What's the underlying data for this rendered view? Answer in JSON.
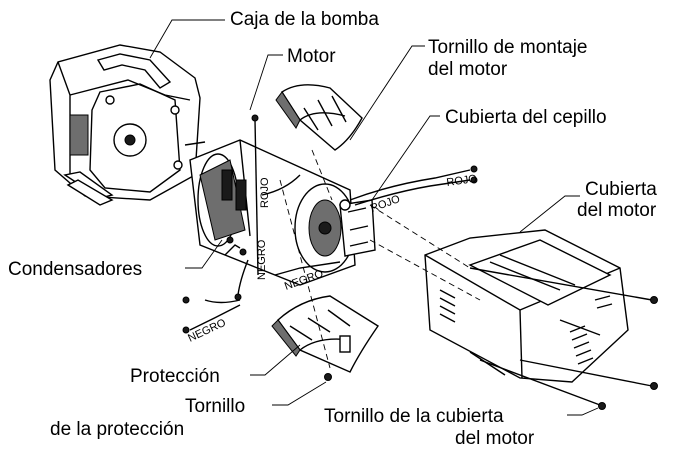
{
  "labels": {
    "pump_housing": "Caja de la bomba",
    "motor": "Motor",
    "motor_mount_screw_l1": "Tornillo de montaje",
    "motor_mount_screw_l2": "del motor",
    "brush_cover": "Cubierta del cepillo",
    "motor_cover_l1": "Cubierta",
    "motor_cover_l2": "del motor",
    "capacitors": "Condensadores",
    "guard": "Protección",
    "guard_screw_l1": "Tornillo",
    "guard_screw_l2": "de la protección",
    "motor_cover_screw_l1": "Tornillo de la cubierta",
    "motor_cover_screw_l2": "del motor"
  },
  "wire_labels": {
    "red_top": "ROJO",
    "red_mid": "ROJO",
    "red_right": "ROJO",
    "black_vertical": "NEGRO",
    "black_mid": "NEGRO",
    "black_left": "NEGRO"
  }
}
